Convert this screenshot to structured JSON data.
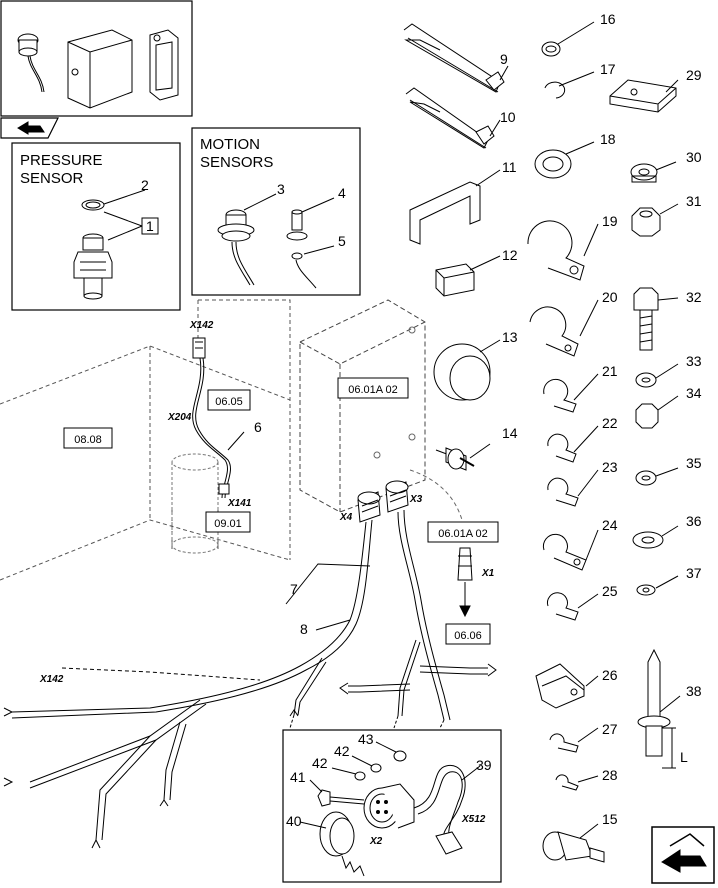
{
  "insets": {
    "pressure_sensor": {
      "title_line1": "PRESSURE",
      "title_line2": "SENSOR"
    },
    "motion_sensors": {
      "title_line1": "MOTION",
      "title_line2": "SENSORS"
    }
  },
  "callouts": {
    "n1": "1",
    "n2": "2",
    "n3": "3",
    "n4": "4",
    "n5": "5",
    "n6": "6",
    "n7": "7",
    "n8": "8",
    "n9": "9",
    "n10": "10",
    "n11": "11",
    "n12": "12",
    "n13": "13",
    "n14": "14",
    "n15": "15",
    "n16": "16",
    "n17": "17",
    "n18": "18",
    "n19": "19",
    "n20": "20",
    "n21": "21",
    "n22": "22",
    "n23": "23",
    "n24": "24",
    "n25": "25",
    "n26": "26",
    "n27": "27",
    "n28": "28",
    "n29": "29",
    "n30": "30",
    "n31": "31",
    "n32": "32",
    "n33": "33",
    "n34": "34",
    "n35": "35",
    "n36": "36",
    "n37": "37",
    "n38": "38",
    "n39": "39",
    "n40": "40",
    "n41": "41",
    "n42": "42",
    "n43": "43"
  },
  "references": {
    "r0601a02_module": "06.01A 02",
    "r0605": "06.05",
    "r0808": "08.08",
    "r0901": "09.01",
    "r0601a02_harness": "06.01A 02",
    "r0606": "06.06"
  },
  "connectors": {
    "x142_top": "X142",
    "x204": "X204",
    "x141": "X141",
    "x4": "X4",
    "x3": "X3",
    "x1": "X1",
    "x142_bottom": "X142",
    "x2": "X2",
    "x512": "X512"
  },
  "dimension_label": "L",
  "icons": [
    "nav-back-icon",
    "nav-next-icon"
  ]
}
